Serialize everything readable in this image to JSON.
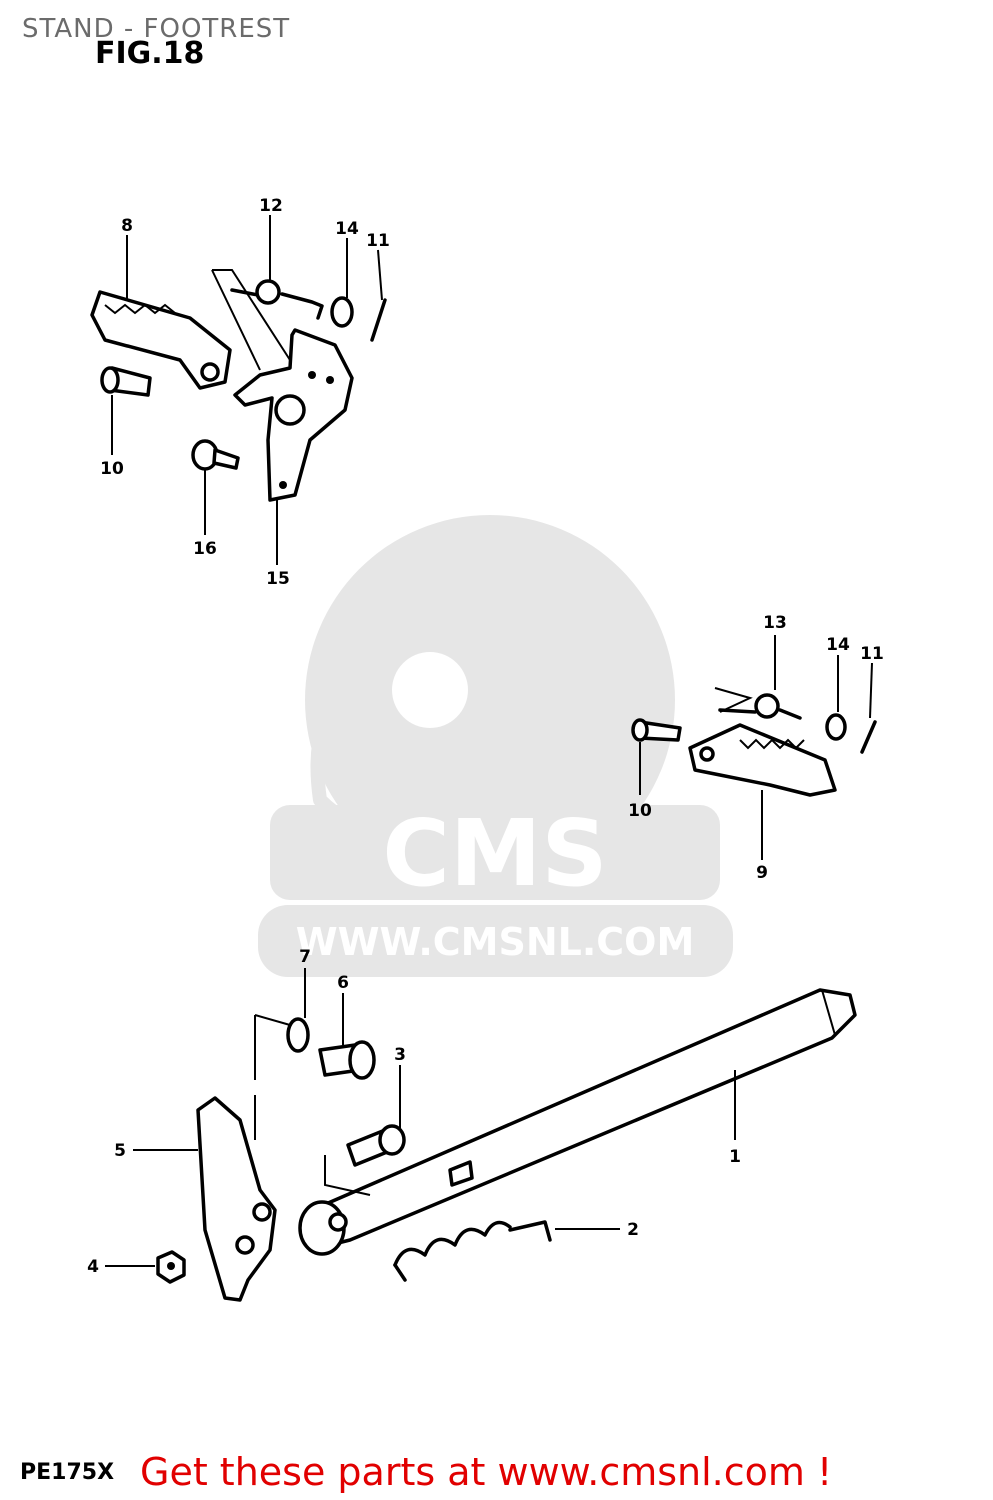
{
  "header": {
    "title": "STAND - FOOTREST",
    "figure": "FIG.18"
  },
  "footer": {
    "model": "PE175X",
    "promo": "Get these parts at www.cmsnl.com !"
  },
  "watermark": {
    "brand": "CMS",
    "url": "WWW.CMSNL.COM"
  },
  "callouts": {
    "c1": "1",
    "c2": "2",
    "c3": "3",
    "c4": "4",
    "c5": "5",
    "c6": "6",
    "c7": "7",
    "c8": "8",
    "c9": "9",
    "c10a": "10",
    "c10b": "10",
    "c11a": "11",
    "c11b": "11",
    "c12": "12",
    "c13": "13",
    "c14a": "14",
    "c14b": "14",
    "c15": "15",
    "c16": "16"
  },
  "colors": {
    "promo": "#e10000",
    "watermark": "#e6e6e6",
    "title": "#6b6b6b"
  }
}
